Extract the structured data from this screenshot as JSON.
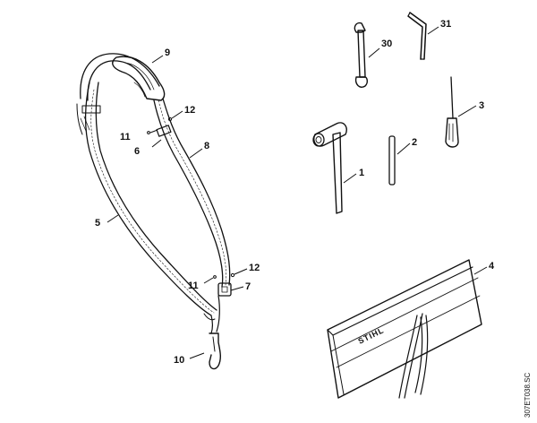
{
  "diagram": {
    "drawing_code": "307ET038.SC",
    "brand_mark": "STIHL",
    "callouts": {
      "strap_pad": "9",
      "strap_main": "5",
      "strap_right": "8",
      "adjuster_upper": "6",
      "ring_upper": "11",
      "screw_upper": "12",
      "ring_lower": "11",
      "screw_lower": "12",
      "buckle_lower": "7",
      "hook": "10",
      "wrench": "30",
      "hex_key": "31",
      "screwdriver": "3",
      "pin": "2",
      "combination_wrench": "1",
      "tool_pouch": "4"
    }
  }
}
